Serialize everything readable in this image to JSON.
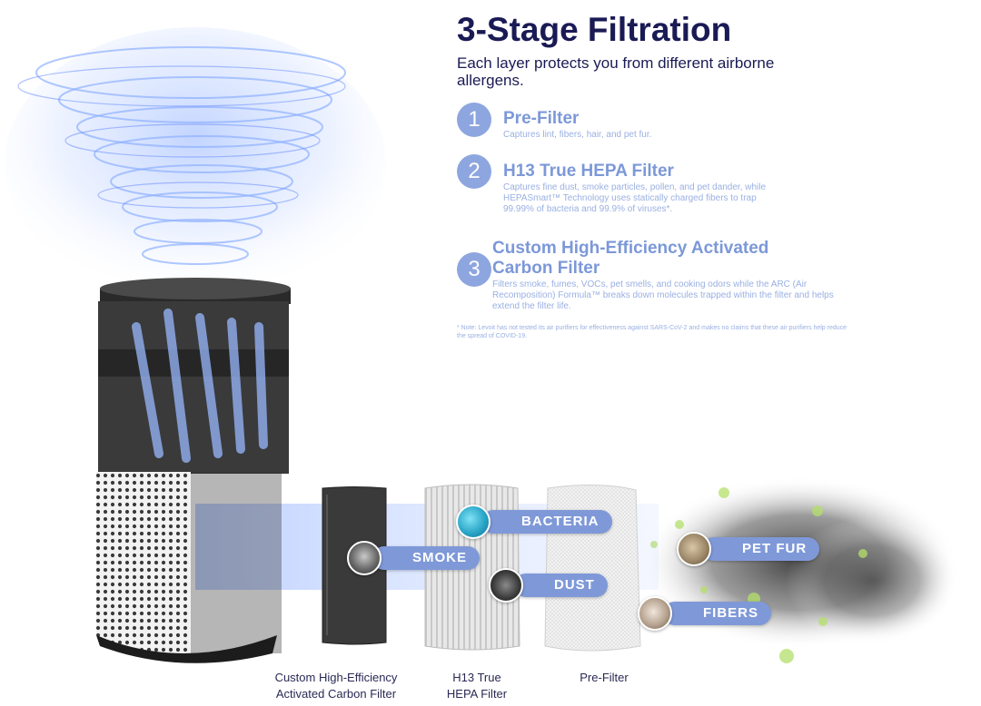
{
  "heading": {
    "title": "3-Stage Filtration",
    "subtitle": "Each layer protects you from different airborne allergens."
  },
  "stages": [
    {
      "number": "1",
      "title": "Pre-Filter",
      "description": "Captures lint, fibers, hair, and pet fur."
    },
    {
      "number": "2",
      "title": "H13 True HEPA Filter",
      "description": "Captures fine dust, smoke particles, pollen, and pet dander, while HEPASmart™ Technology uses statically charged fibers to trap 99.99% of bacteria and 99.9% of viruses*."
    },
    {
      "number": "3",
      "title": "Custom High-Efficiency Activated Carbon Filter",
      "description": "Filters smoke, fumes, VOCs, pet smells, and cooking odors while the ARC (Air Recomposition) Formula™ breaks down molecules trapped within the filter and helps extend the filter life."
    }
  ],
  "note": "* Note: Levoit has not tested its air purifiers for effectiveness against SARS-CoV-2 and makes no claims that these air purifiers help reduce the spread of COVID-19.",
  "pollutant_labels": {
    "smoke": "SMOKE",
    "bacteria": "BACTERIA",
    "dust": "DUST",
    "pet_fur": "PET FUR",
    "fibers": "FIBERS"
  },
  "captions": {
    "carbon_line1": "Custom High-Efficiency",
    "carbon_line2": "Activated Carbon Filter",
    "hepa_line1": "H13 True",
    "hepa_line2": "HEPA Filter",
    "prefilter": "Pre-Filter"
  },
  "colors": {
    "title": "#1a1a55",
    "accent": "#7f99d8",
    "light_accent": "#9ab0e2"
  }
}
